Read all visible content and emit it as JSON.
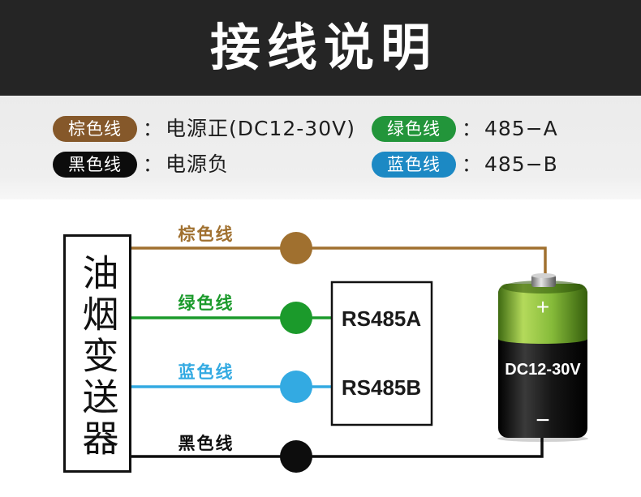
{
  "title": "接线说明",
  "legend_separator": "：",
  "legend": {
    "brown": {
      "label": "棕色线",
      "desc": "电源正(DC12-30V)",
      "color": "#85582a"
    },
    "green": {
      "label": "绿色线",
      "desc": "485−A",
      "color": "#22953a"
    },
    "black": {
      "label": "黑色线",
      "desc": "电源负",
      "color": "#0c0c0c"
    },
    "blue": {
      "label": "蓝色线",
      "desc": "485−B",
      "color": "#1c89c4"
    }
  },
  "diagram": {
    "device_label": "油烟变送器",
    "wires": {
      "brown": {
        "label": "棕色线",
        "color": "#a0702f"
      },
      "green": {
        "label": "绿色线",
        "color": "#1b9a2b"
      },
      "blue": {
        "label": "蓝色线",
        "color": "#33aae2"
      },
      "black": {
        "label": "黑色线",
        "color": "#0d0d0d"
      }
    },
    "rs485_module": {
      "port_a": "RS485A",
      "port_b": "RS485B"
    },
    "battery": {
      "plus": "+",
      "voltage": "DC12-30V",
      "minus": "−"
    }
  }
}
